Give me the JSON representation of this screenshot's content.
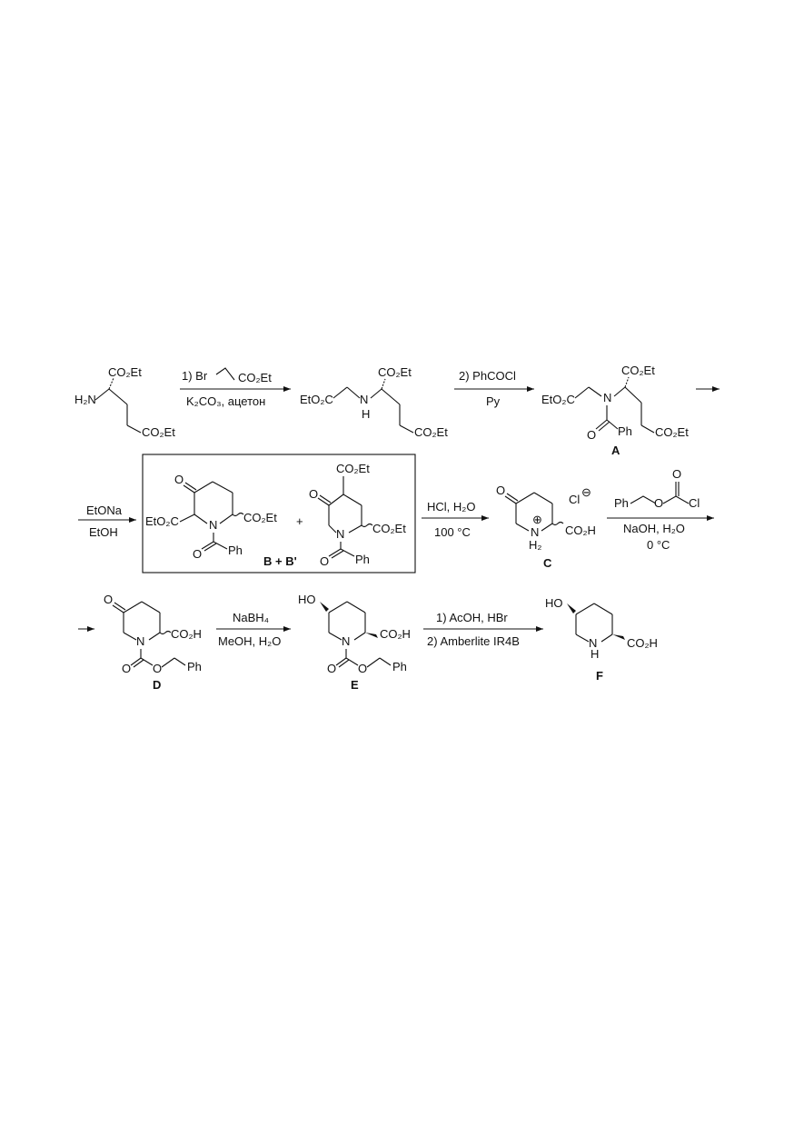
{
  "scheme": {
    "step1": {
      "reagent_top": "1) Br",
      "reagent_top_ester": "CO₂Et",
      "reagent_bottom": "K₂CO₃, ацетон"
    },
    "step2": {
      "reagent_top": "2) PhCOCl",
      "reagent_bottom": "Py"
    },
    "step3": {
      "reagent_top": "EtONa",
      "reagent_bottom": "EtOH"
    },
    "step4": {
      "reagent_top": "HCl, H₂O",
      "reagent_bottom": "100 °C"
    },
    "step5": {
      "reagent_top_group": "Ph",
      "reagent_top_o": "O",
      "reagent_top_cl": "Cl",
      "reagent_bottom": "NaOH, H₂O",
      "reagent_bottom2": "0 °C"
    },
    "step6": {
      "reagent_top": "NaBH₄",
      "reagent_bottom": "MeOH, H₂O"
    },
    "step7": {
      "reagent_top": "1) AcOH, HBr",
      "reagent_bottom": "2) Amberlite IR4B"
    },
    "compound_labels": {
      "A": "A",
      "BB": "B + B'",
      "C": "C",
      "D": "D",
      "E": "E",
      "F": "F"
    },
    "atoms": {
      "co2et": "CO₂Et",
      "eto2c": "EtO₂C",
      "co2h": "CO₂H",
      "h2n": "H₂N",
      "nh": "NH",
      "n": "N",
      "h": "H",
      "o": "O",
      "ph": "Ph",
      "ho": "HO",
      "cl": "Cl",
      "h2": "H₂",
      "plus": "+",
      "cl_minus": "⊖",
      "n_plus": "⊕"
    }
  }
}
